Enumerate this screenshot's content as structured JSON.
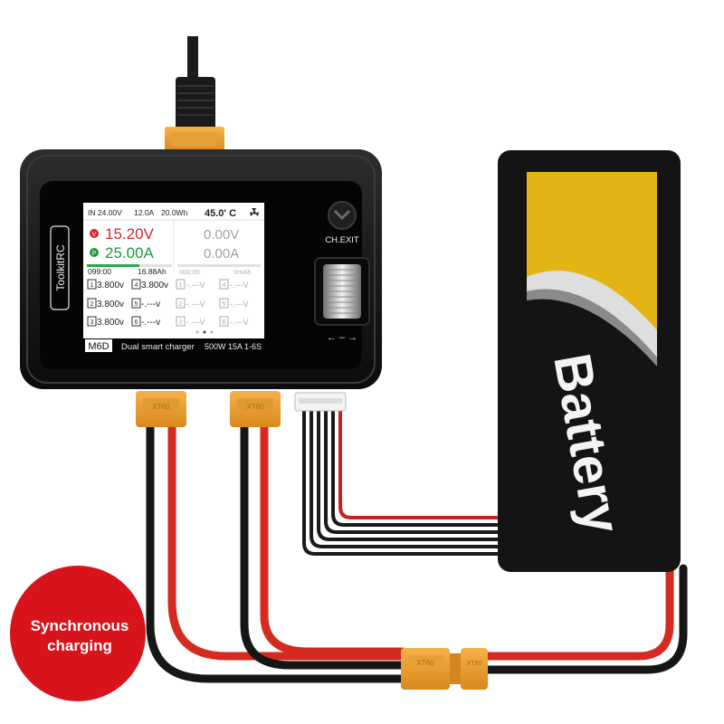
{
  "top_watermark": "",
  "charger": {
    "brand": "ToolkitRC",
    "model": "M6D",
    "description": "Dual smart charger",
    "specs": "500W 15A 1-6S",
    "exit_label": "CH.EXIT",
    "nav_arrows": "← – →"
  },
  "screen": {
    "status": {
      "input_voltage": "IN 24.00V",
      "current": "12.0A",
      "energy": "20.0Wh",
      "temperature": "45.0' C"
    },
    "ch1": {
      "voltage": "15.20V",
      "current": "25.00A",
      "time": "099:00",
      "capacity": "16.88Ah",
      "cells": [
        "3.800v",
        "3.800v",
        "3.800v",
        "3.800v",
        "-.---v",
        "-.---v"
      ]
    },
    "ch2": {
      "voltage": "0.00V",
      "current": "0.00A",
      "time": "000:00",
      "capacity": "0mAh",
      "cells": [
        "-.---V",
        "-.---V",
        "-.---V",
        "-.---V",
        "-.---V",
        "-.---V"
      ]
    },
    "colors": {
      "ch1_voltage": "#d8262a",
      "ch1_current": "#1f9a3a",
      "ch1_progress": "#2aa84a",
      "idle": "#9a9a9a"
    }
  },
  "connectors": {
    "xt60_label": "XT60"
  },
  "battery": {
    "label": "Battery",
    "top_color": "#e2b514",
    "body_color": "#141414"
  },
  "badge": {
    "line1": "Synchronous",
    "line2": "charging",
    "color": "#d7141c"
  }
}
